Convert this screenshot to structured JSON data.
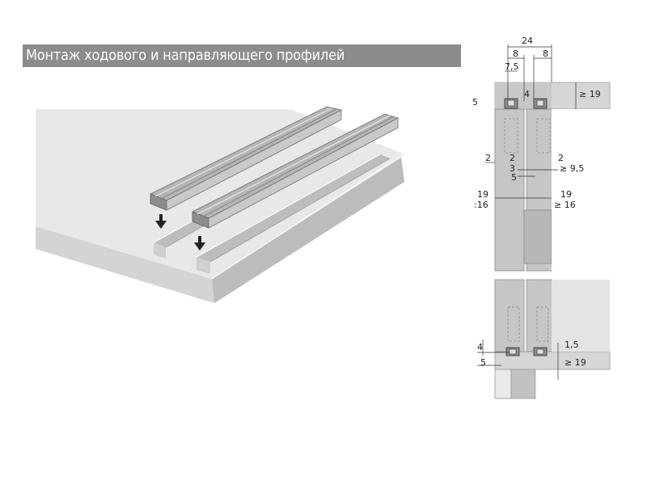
{
  "title": "Монтаж ходового и направляющего профилей",
  "dimensions": {
    "top_width": "24",
    "top_left_8": "8",
    "top_right_8": "8",
    "top_7_5": "7,5",
    "top_4": "4",
    "top_ge19": "≥ 19",
    "top_5": "5",
    "mid_left_2": "2",
    "mid_2a": "2",
    "mid_3": "3",
    "mid_5": "5",
    "mid_right_2": "2",
    "mid_ge9_5": "≥ 9,5",
    "left_19": "19",
    "left_16": ":16",
    "right_19": "19",
    "right_ge16": "≥ 16",
    "bot_1_5": "1,5",
    "bot_4": "4",
    "bot_5": "5",
    "bot_ge19": "≥ 19"
  },
  "colors": {
    "title_bar": "#8c8c8c",
    "panel_light": "#e6e6e6",
    "panel_mid": "#c8c8c8",
    "profile": "#a9a9a9"
  }
}
